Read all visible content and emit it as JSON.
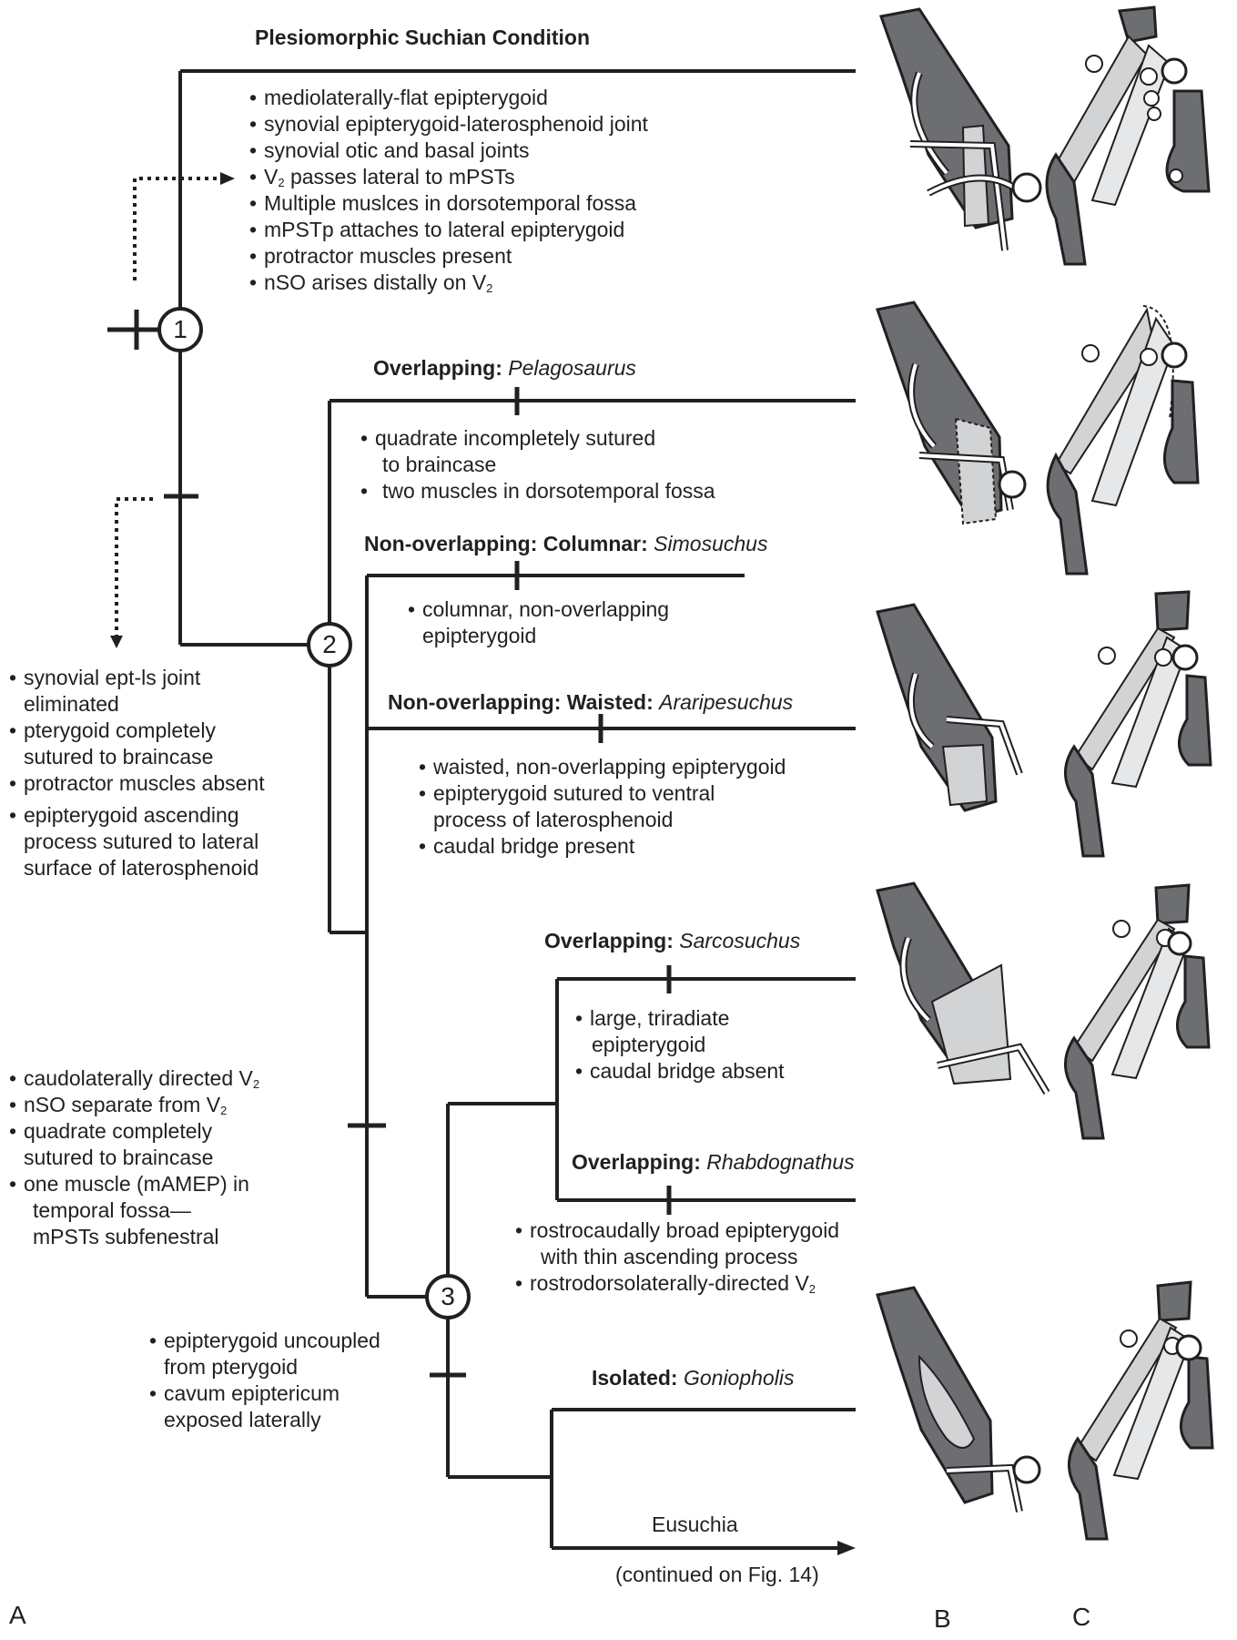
{
  "clades": {
    "plesiomorphic": {
      "title": "Plesiomorphic Suchian Condition",
      "traits": [
        "mediolaterally-flat epipterygoid",
        "synovial epipterygoid-laterosphenoid joint",
        "synovial otic and basal joints",
        "V",
        "2",
        " passes lateral to mPSTs",
        "Multiple muslces in dorsotemporal fossa",
        "mPSTp attaches to lateral epipterygoid",
        "protractor muscles present",
        "nSO arises distally on V",
        "2"
      ]
    },
    "pelagosaurus": {
      "title_bold": "Overlapping:",
      "title_taxon": "Pelagosaurus",
      "traits": [
        "quadrate incompletely sutured",
        "to braincase",
        "two muscles in dorsotemporal fossa"
      ]
    },
    "simosuchus": {
      "title_bold": "Non-overlapping: Columnar:",
      "title_taxon": "Simosuchus",
      "traits": [
        "columnar, non-overlapping",
        "epipterygoid"
      ]
    },
    "araripesuchus": {
      "title_bold": "Non-overlapping: Waisted:",
      "title_taxon": "Araripesuchus",
      "traits": [
        "waisted, non-overlapping epipterygoid",
        "epipterygoid sutured to ventral",
        "process of laterosphenoid",
        "caudal bridge present"
      ]
    },
    "sarcosuchus": {
      "title_bold": "Overlapping:",
      "title_taxon": "Sarcosuchus",
      "traits": [
        "large, triradiate",
        "epipterygoid",
        "caudal bridge absent"
      ]
    },
    "rhabdognathus": {
      "title_bold": "Overlapping:",
      "title_taxon": "Rhabdognathus",
      "traits": [
        "rostrocaudally broad epipterygoid",
        "with thin ascending process",
        "rostrodorsolaterally-directed V",
        "2"
      ]
    },
    "goniopholis": {
      "title_bold": "Isolated:",
      "title_taxon": "Goniopholis"
    },
    "eusuchia": {
      "label": "Eusuchia",
      "note": "(continued on Fig. 14)"
    }
  },
  "node_labels": [
    "1",
    "2",
    "3"
  ],
  "node2_traits": [
    "synovial ept-ls joint",
    "eliminated",
    "pterygoid completely",
    "sutured to braincase",
    "protractor muscles absent",
    "epipterygoid ascending",
    "process sutured to lateral",
    "surface of laterosphenoid"
  ],
  "branch_traits_lower": [
    "caudolaterally directed V",
    "2",
    "nSO separate from V",
    "2",
    "quadrate completely",
    "sutured to braincase",
    "one muscle (mAMEP) in",
    "temporal fossa—",
    "mPSTs subfenestral"
  ],
  "node3_traits": [
    "epipterygoid uncoupled",
    "from pterygoid",
    "cavum epiptericum",
    "exposed laterally"
  ],
  "panel_labels": [
    "A",
    "B",
    "C"
  ],
  "colors": {
    "line": "#231f20",
    "bone_dark": "#6d6e71",
    "bone_light": "#d1d3d4",
    "nerve": "#ffffff"
  }
}
